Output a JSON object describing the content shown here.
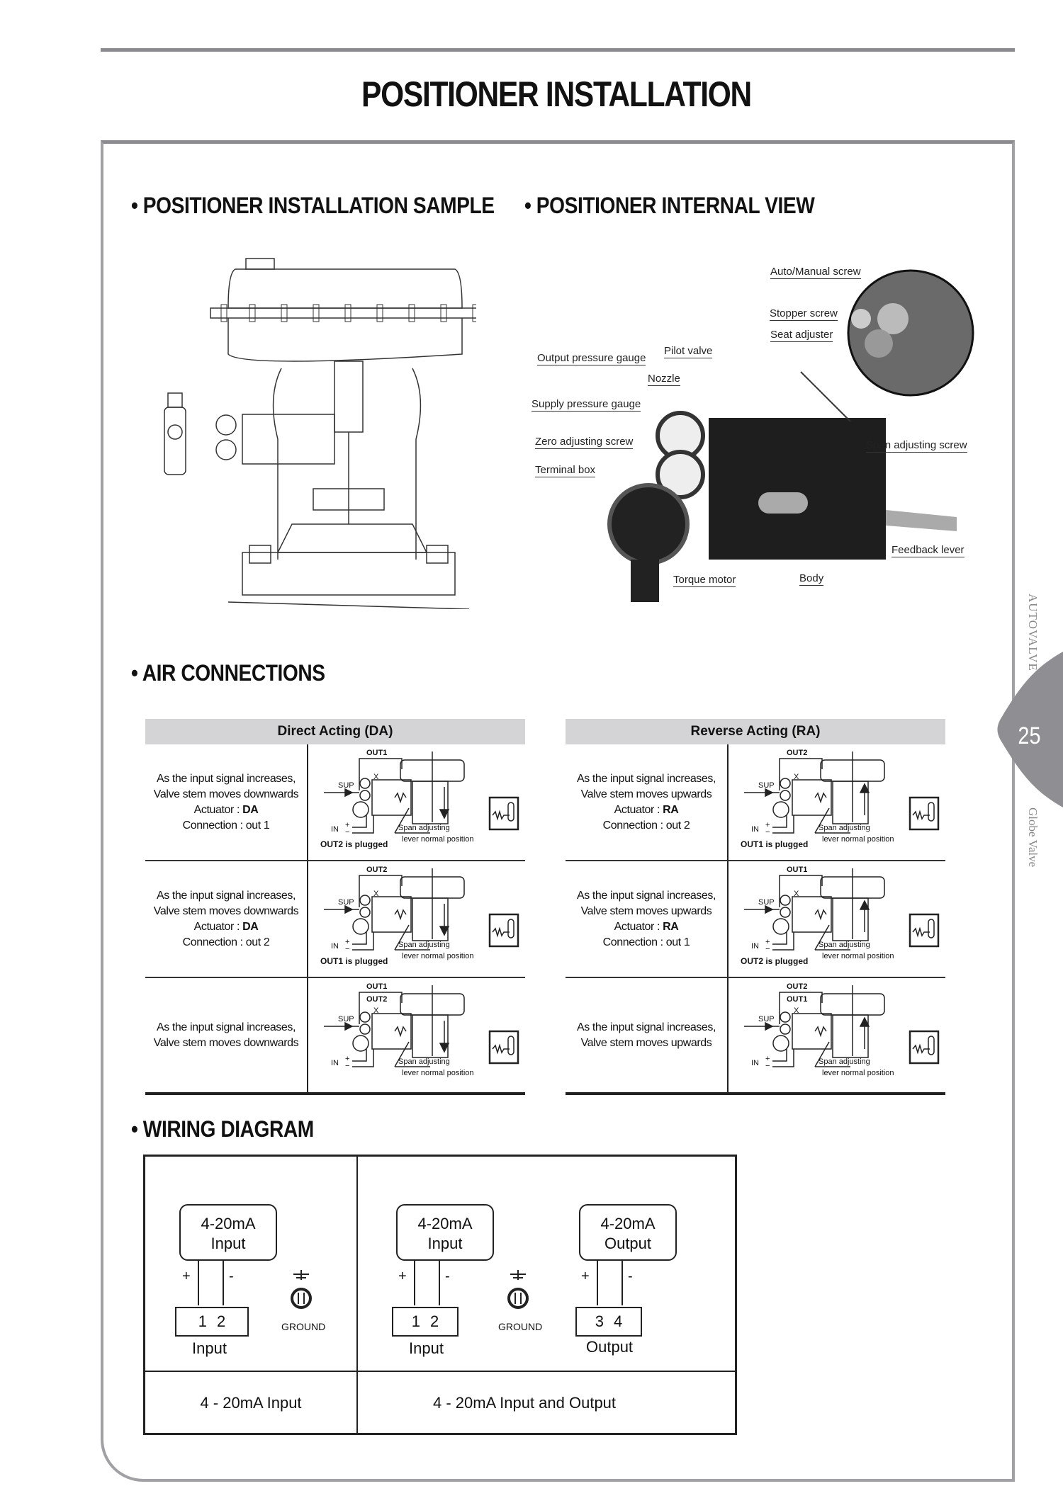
{
  "page": {
    "title": "POSITIONER INSTALLATION",
    "page_number": "25",
    "side_brand": "AUTOVALVE",
    "side_section": "Globe Valve"
  },
  "sections": {
    "install_sample": "• POSITIONER INSTALLATION SAMPLE",
    "internal_view": "• POSITIONER INTERNAL VIEW",
    "air_connections": "• AIR CONNECTIONS",
    "wiring_diagram": "• WIRING DIAGRAM"
  },
  "internal_view_labels": {
    "auto_manual": "Auto/Manual screw",
    "stopper": "Stopper screw",
    "seat": "Seat adjuster",
    "pilot": "Pilot valve",
    "output_gauge": "Output pressure gauge",
    "nozzle": "Nozzle",
    "supply_gauge": "Supply pressure gauge",
    "zero": "Zero adjusting screw",
    "span": "Span adjusting screw",
    "terminal": "Terminal box",
    "feedback": "Feedback lever",
    "torque": "Torque motor",
    "body": "Body"
  },
  "air": {
    "da": {
      "header": "Direct Acting (DA)",
      "rows": [
        {
          "l1": "As the input signal increases,",
          "l2": "Valve stem moves downwards",
          "act_label": "Actuator : ",
          "act": "DA",
          "conn": "Connection : out 1",
          "out_a": "OUT1",
          "out_b": "",
          "plug": "OUT2 is plugged"
        },
        {
          "l1": "As the input signal increases,",
          "l2": "Valve stem moves downwards",
          "act_label": "Actuator : ",
          "act": "DA",
          "conn": "Connection : out 2",
          "out_a": "OUT2",
          "out_b": "",
          "plug": "OUT1 is plugged"
        },
        {
          "l1": "As the input signal increases,",
          "l2": "Valve stem moves downwards",
          "act_label": "",
          "act": "",
          "conn": "",
          "out_a": "OUT1",
          "out_b": "OUT2",
          "plug": ""
        }
      ]
    },
    "ra": {
      "header": "Reverse Acting (RA)",
      "rows": [
        {
          "l1": "As the input signal increases,",
          "l2": "Valve stem moves upwards",
          "act_label": "Actuator : ",
          "act": "RA",
          "conn": "Connection : out 2",
          "out_a": "OUT2",
          "out_b": "",
          "plug": "OUT1 is plugged"
        },
        {
          "l1": "As the input signal increases,",
          "l2": "Valve stem moves upwards",
          "act_label": "Actuator : ",
          "act": "RA",
          "conn": "Connection : out 1",
          "out_a": "OUT1",
          "out_b": "",
          "plug": "OUT2 is plugged"
        },
        {
          "l1": "As the input signal increases,",
          "l2": "Valve stem moves upwards",
          "act_label": "",
          "act": "",
          "conn": "",
          "out_a": "OUT2",
          "out_b": "OUT1",
          "plug": ""
        }
      ]
    },
    "common": {
      "sup": "SUP",
      "x": "X",
      "in": "IN",
      "plus": "+",
      "minus": "−",
      "span": "Span adjusting",
      "lever": "lever normal position"
    }
  },
  "wiring": {
    "left": {
      "box_l1": "4-20mA",
      "box_l2": "Input",
      "plus": "+",
      "minus": "-",
      "pins": "12",
      "ground": "GROUND",
      "label": "Input",
      "caption": "4 - 20mA Input"
    },
    "right": {
      "in_l1": "4-20mA",
      "in_l2": "Input",
      "out_l1": "4-20mA",
      "out_l2": "Output",
      "plus": "+",
      "minus": "-",
      "in_pins": "12",
      "out_pins": "34",
      "ground": "GROUND",
      "in_label": "Input",
      "out_label": "Output",
      "caption": "4 - 20mA Input and Output"
    }
  }
}
